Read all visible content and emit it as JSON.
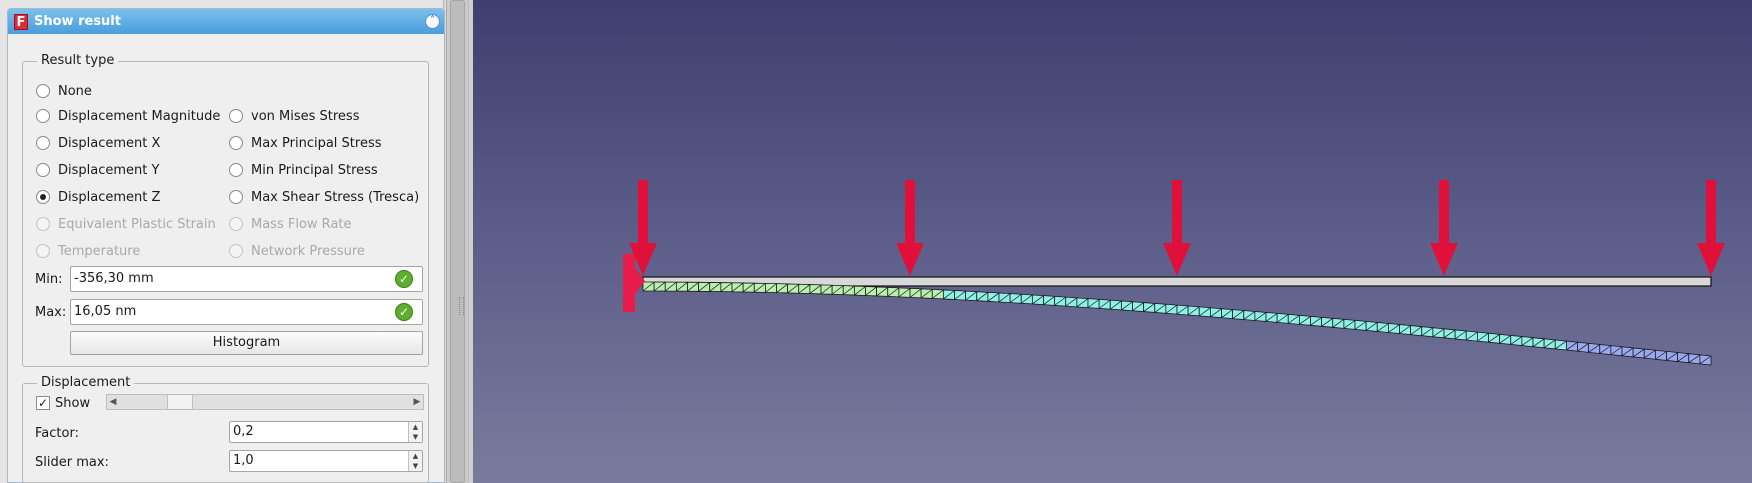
{
  "taskpanel": {
    "title": "Show result",
    "logo_letter": "F",
    "collapse_glyph": "˄"
  },
  "result_type": {
    "legend": "Result type",
    "options": [
      {
        "label": "None",
        "checked": false,
        "disabled": false
      },
      {
        "label": "Displacement Magnitude",
        "checked": false,
        "disabled": false
      },
      {
        "label": "von Mises Stress",
        "checked": false,
        "disabled": false
      },
      {
        "label": "Displacement X",
        "checked": false,
        "disabled": false
      },
      {
        "label": "Max Principal Stress",
        "checked": false,
        "disabled": false
      },
      {
        "label": "Displacement Y",
        "checked": false,
        "disabled": false
      },
      {
        "label": "Min Principal Stress",
        "checked": false,
        "disabled": false
      },
      {
        "label": "Displacement Z",
        "checked": true,
        "disabled": false
      },
      {
        "label": "Max Shear Stress (Tresca)",
        "checked": false,
        "disabled": false
      },
      {
        "label": "Equivalent Plastic Strain",
        "checked": false,
        "disabled": true
      },
      {
        "label": "Mass Flow Rate",
        "checked": false,
        "disabled": true
      },
      {
        "label": "Temperature",
        "checked": false,
        "disabled": true
      },
      {
        "label": "Network Pressure",
        "checked": false,
        "disabled": true
      }
    ],
    "min_label": "Min:",
    "min_value": "-356,30 mm",
    "max_label": "Max:",
    "max_value": "16,05 nm",
    "histogram_label": "Histogram",
    "check_glyph": "✓"
  },
  "displacement": {
    "legend": "Displacement",
    "show_label": "Show",
    "show_checked": true,
    "check_glyph": "✓",
    "slider_fraction": 0.18,
    "factor_label": "Factor:",
    "factor_value": "0,2",
    "slider_max_label": "Slider max:",
    "slider_max_value": "1,0"
  },
  "viewport": {
    "background_top": "#3e3f6e",
    "background_bottom": "#7a7b9c",
    "beam_color": "#d8d8d8",
    "mesh_colors": [
      "#b9f0b0",
      "#8ff0e8",
      "#9aa8f0"
    ],
    "load_arrow_color": "#e0103a",
    "fixed_support_color": "#e81c4a",
    "load_arrow_count": 5
  }
}
